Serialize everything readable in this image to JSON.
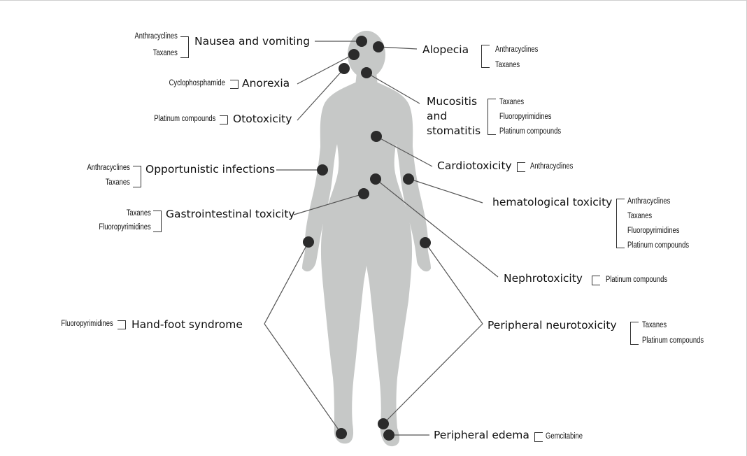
{
  "colors": {
    "body": "#c6c8c7",
    "marker": "#2b2b2b",
    "line": "#555555",
    "text": "#111111"
  },
  "effects": {
    "nausea": {
      "label": "Nausea and vomiting",
      "drugs": [
        "Anthracyclines",
        "Taxanes"
      ]
    },
    "alopecia": {
      "label": "Alopecia",
      "drugs": [
        "Anthracyclines",
        "Taxanes"
      ]
    },
    "anorexia": {
      "label": "Anorexia",
      "drugs": [
        "Cyclophosphamide"
      ]
    },
    "mucositis": {
      "label_lines": [
        "Mucositis",
        "and",
        "stomatitis"
      ],
      "drugs": [
        "Taxanes",
        "Fluoropyrimidines",
        "Platinum compounds"
      ]
    },
    "ototoxicity": {
      "label": "Ototoxicity",
      "drugs": [
        "Platinum compounds"
      ]
    },
    "cardiotoxicity": {
      "label": "Cardiotoxicity",
      "drugs": [
        "Anthracyclines"
      ]
    },
    "infections": {
      "label": "Opportunistic infections",
      "drugs": [
        "Anthracyclines",
        "Taxanes"
      ]
    },
    "hematological": {
      "label": "hematological toxicity",
      "drugs": [
        "Anthracyclines",
        "Taxanes",
        "Fluoropyrimidines",
        "Platinum compounds"
      ]
    },
    "gastro": {
      "label": "Gastrointestinal toxicity",
      "drugs": [
        "Taxanes",
        "Fluoropyrimidines"
      ]
    },
    "nephro": {
      "label": "Nephrotoxicity",
      "drugs": [
        "Platinum compounds"
      ]
    },
    "handfoot": {
      "label": "Hand-foot syndrome",
      "drugs": [
        "Fluoropyrimidines"
      ]
    },
    "neuro": {
      "label": "Peripheral neurotoxicity",
      "drugs": [
        "Taxanes",
        "Platinum compounds"
      ]
    },
    "edema": {
      "label": "Peripheral edema",
      "drugs": [
        "Gemcitabine"
      ]
    }
  }
}
